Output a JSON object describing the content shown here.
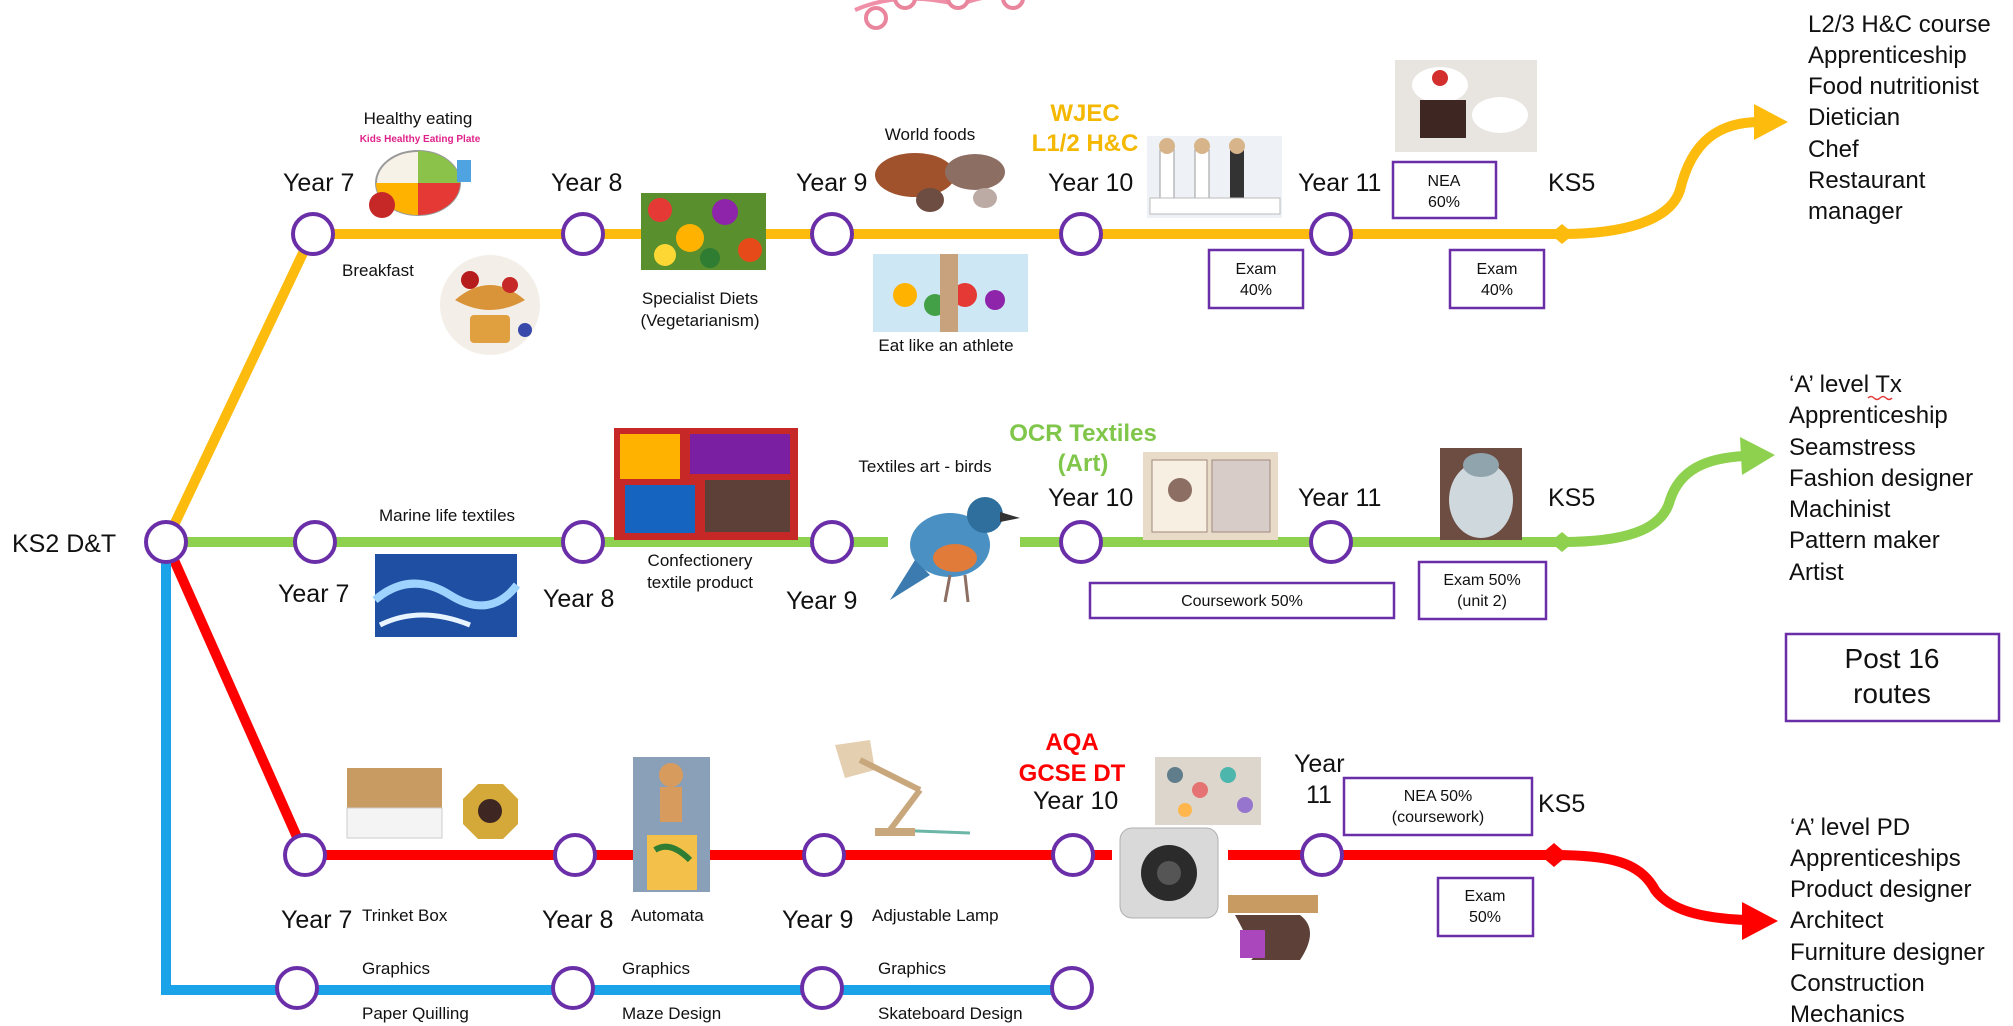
{
  "colors": {
    "food": "#fdbb0d",
    "textiles": "#8dd14e",
    "product_design": "#ff0000",
    "graphics": "#1aa3e8",
    "stop_outline": "#6a2fa8",
    "qual_food": "#f5b800",
    "qual_textiles": "#7fc64a",
    "qual_pd": "#ff0000"
  },
  "start_label": "KS2 D&T",
  "years": {
    "y7": "Year 7",
    "y8": "Year 8",
    "y9": "Year 9",
    "y10": "Year 10",
    "y11": "Year 11",
    "ks5": "KS5",
    "pd_y11_line1": "Year",
    "pd_y11_line2": "11"
  },
  "food": {
    "topics": {
      "healthy_eating": "Healthy eating",
      "poster_text": "Kids Healthy Eating Plate",
      "breakfast": "Breakfast",
      "specialist_diets_1": "Specialist Diets",
      "specialist_diets_2": "(Vegetarianism)",
      "world_foods": "World foods",
      "eat_like_athlete": "Eat like an athlete"
    },
    "qualification": {
      "line1": "WJEC",
      "line2": "L1/2 H&C"
    },
    "boxes": {
      "exam_y10_1": "Exam",
      "exam_y10_2": "40%",
      "nea_1": "NEA",
      "nea_2": "60%",
      "exam_y11_1": "Exam",
      "exam_y11_2": "40%"
    },
    "routes": [
      "L2/3 H&C course",
      "Apprenticeship",
      "Food nutritionist",
      "Dietician",
      "Chef",
      "Restaurant",
      "manager"
    ]
  },
  "textiles": {
    "topics": {
      "marine_life": "Marine life textiles",
      "confectionery_1": "Confectionery",
      "confectionery_2": "textile product",
      "textiles_art": "Textiles art - birds"
    },
    "qualification": {
      "line1": "OCR Textiles",
      "line2": "(Art)"
    },
    "boxes": {
      "coursework": "Coursework 50%",
      "exam_1": "Exam 50%",
      "exam_2": "(unit 2)"
    },
    "routes": [
      "‘A’ level Tx",
      "Apprenticeship",
      "Seamstress",
      "Fashion designer",
      "Machinist",
      "Pattern maker",
      "Artist"
    ]
  },
  "product_design": {
    "topics": {
      "trinket_box": "Trinket Box",
      "automata": "Automata",
      "adjustable_lamp": "Adjustable Lamp"
    },
    "qualification": {
      "line1": "AQA",
      "line2": "GCSE DT"
    },
    "boxes": {
      "nea_1": "NEA 50%",
      "nea_2": "(coursework)",
      "exam_1": "Exam",
      "exam_2": "50%"
    },
    "routes": [
      "‘A’ level PD",
      "Apprenticeships",
      "Product designer",
      "Architect",
      "Furniture designer",
      "Construction",
      "Mechanics"
    ]
  },
  "graphics": {
    "heading": "Graphics",
    "topics": {
      "paper_quilling": "Paper Quilling",
      "maze_design": "Maze Design",
      "skateboard_design": "Skateboard Design"
    }
  },
  "legend_box": {
    "line1": "Post 16",
    "line2": "routes"
  }
}
